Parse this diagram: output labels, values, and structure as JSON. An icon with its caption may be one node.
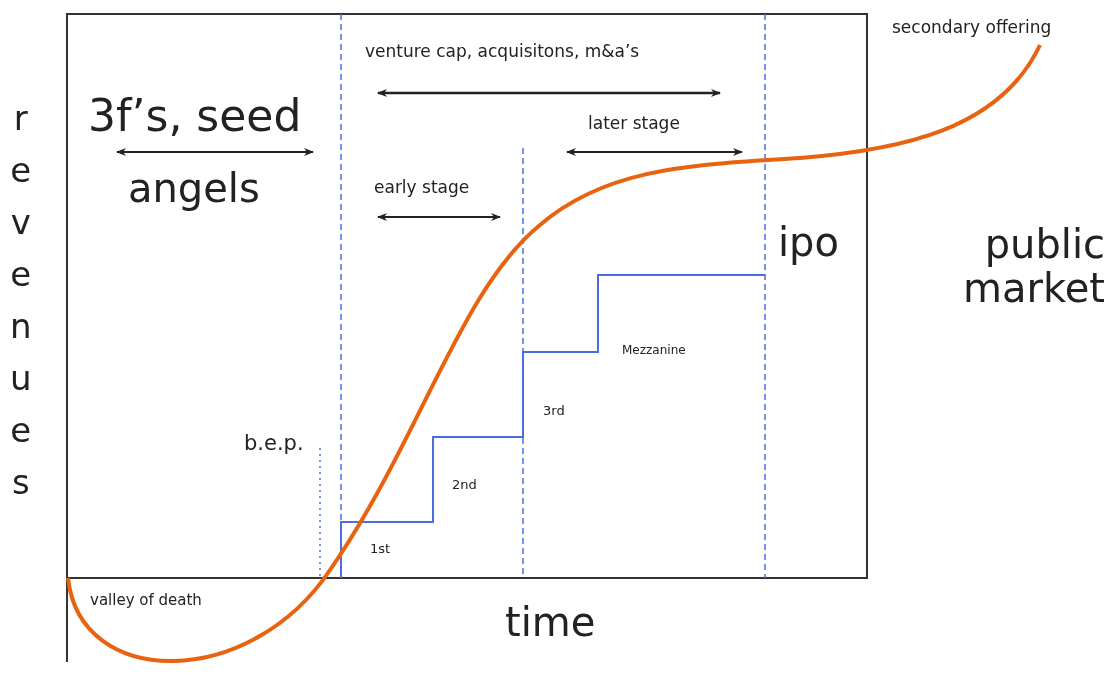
{
  "diagram": {
    "labels": [
      "secondary offering",
      "venture cap, acquisitons, m&a’s",
      "3f’s, seed",
      "angels",
      "revenues",
      "later stage",
      "early stage",
      "ipo",
      "public market",
      "Mezzanine",
      "3rd",
      "2nd",
      "b.e.p.",
      "1st",
      "valley of death",
      "time"
    ]
  }
}
